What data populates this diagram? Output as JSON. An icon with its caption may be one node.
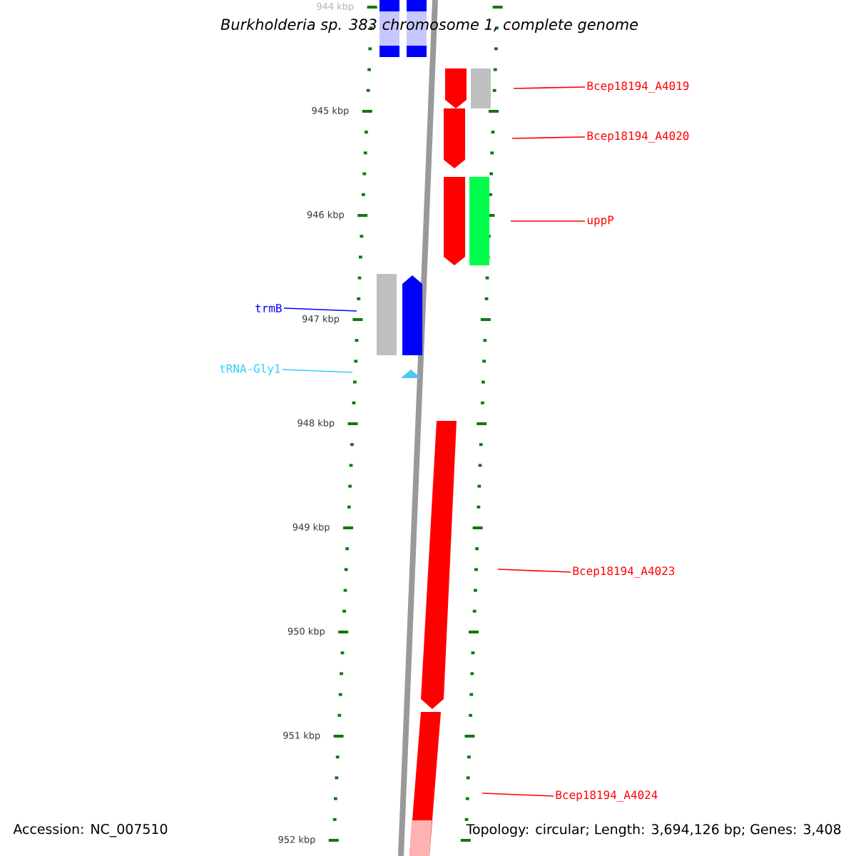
{
  "diagram": {
    "title": "Burkholderia sp. 383 chromosome 1, complete genome",
    "nodes": [
      {
        "text": [
          "Bcep18194_A4019"
        ]
      },
      {
        "text": [
          "Bcep18194_A4020"
        ]
      },
      {
        "text": [
          "uppP"
        ]
      },
      {
        "text": [
          "trmB"
        ]
      },
      {
        "text": [
          "tRNA-Gly1"
        ]
      },
      {
        "text": [
          "Bcep18194_A4023"
        ]
      },
      {
        "text": [
          "Bcep18194_A4024"
        ]
      }
    ],
    "edges": [
      {
        "from": 0,
        "to": null,
        "arrow": "none"
      },
      {
        "from": 1,
        "to": null,
        "arrow": "none"
      },
      {
        "from": 2,
        "to": null,
        "arrow": "none"
      },
      {
        "from": 3,
        "to": null,
        "arrow": "none",
        "color": "#0000ff"
      },
      {
        "from": 4,
        "to": null,
        "arrow": "none",
        "color": "#33ccff"
      },
      {
        "from": 5,
        "to": null,
        "arrow": "none"
      },
      {
        "from": 6,
        "to": null,
        "arrow": "none"
      }
    ],
    "labels": [
      "944 kbp",
      "945 kbp",
      "946 kbp",
      "947 kbp",
      "948 kbp",
      "949 kbp",
      "950 kbp",
      "951 kbp",
      "952 kbp",
      "Accession: NC_007510",
      "Topology: circular; Length: 3,694,126 bp; Genes: 3,408"
    ]
  }
}
